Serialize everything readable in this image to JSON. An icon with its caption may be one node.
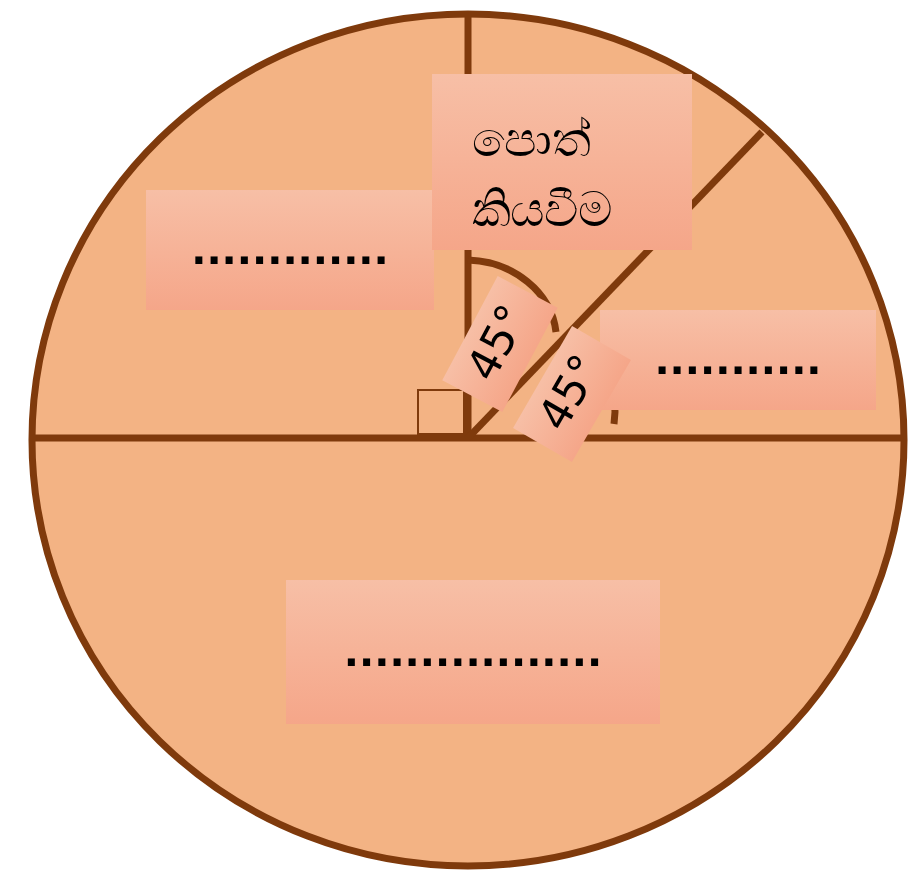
{
  "diagram": {
    "nodes": [
      {
        "text": [
          "............."
        ]
      },
      {
        "text": [
          "පොත් කියවීම"
        ]
      },
      {
        "text": [
          "..........."
        ]
      },
      {
        "text": [
          "................."
        ]
      }
    ],
    "labels": [
      "45°",
      "45°"
    ]
  }
}
